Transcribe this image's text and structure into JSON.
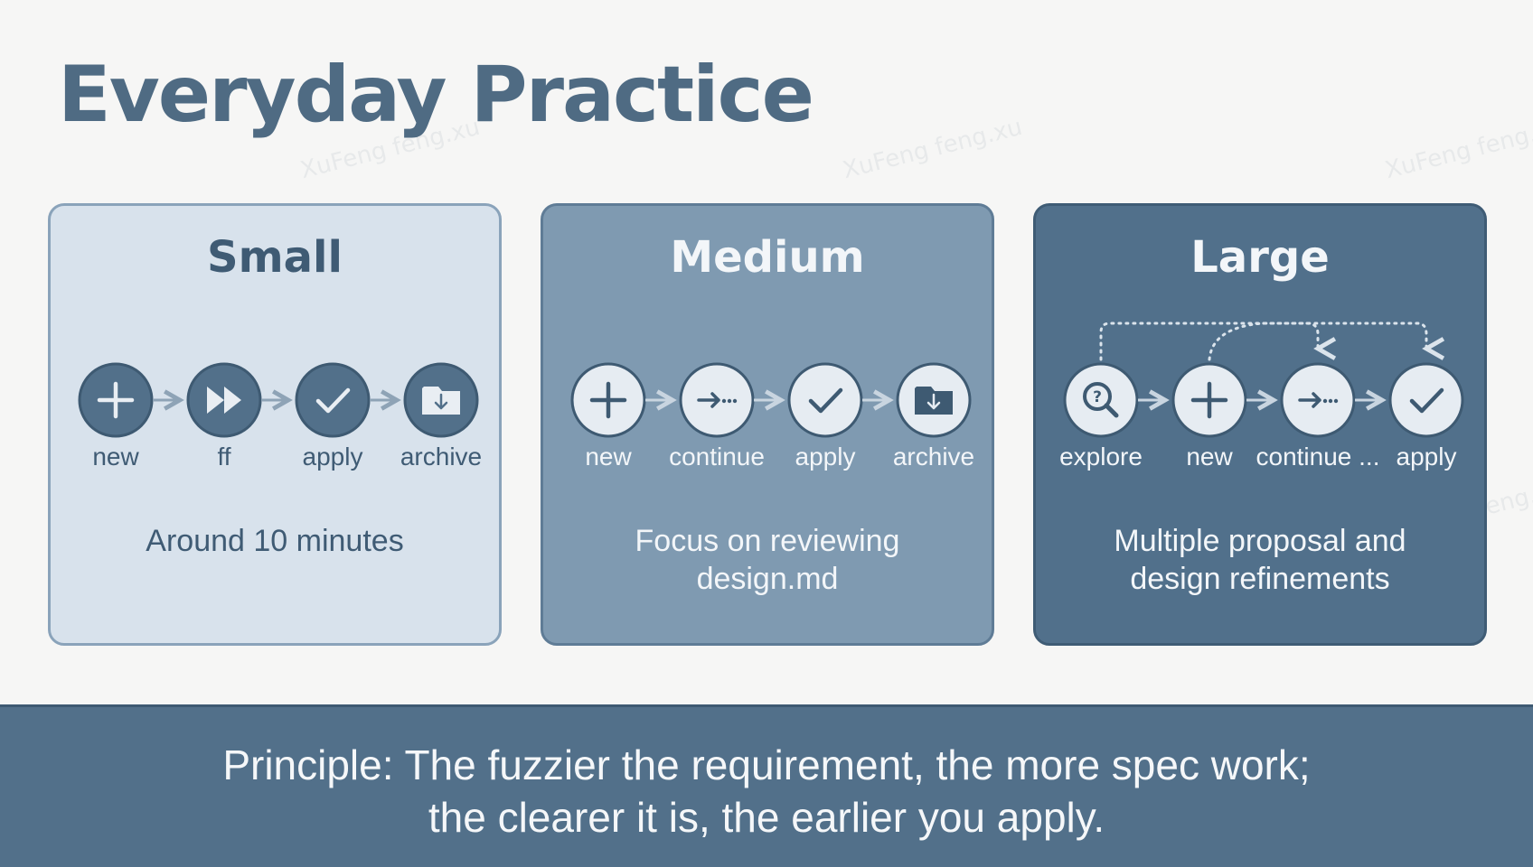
{
  "title": "Everyday Practice",
  "watermark_text": "XuFeng feng.xu",
  "colors": {
    "title": "#4f6b83",
    "small_card": "#d8e2ec",
    "medium_card": "#7f9ab1",
    "large_card": "#51708b",
    "banner": "#52708a"
  },
  "cards": [
    {
      "title": "Small",
      "steps": [
        {
          "label": "new",
          "icon": "plus-icon"
        },
        {
          "label": "ff",
          "icon": "fast-forward-icon"
        },
        {
          "label": "apply",
          "icon": "check-icon"
        },
        {
          "label": "archive",
          "icon": "archive-folder-icon"
        }
      ],
      "description": "Around 10 minutes"
    },
    {
      "title": "Medium",
      "steps": [
        {
          "label": "new",
          "icon": "plus-icon"
        },
        {
          "label": "continue",
          "icon": "arrow-continue-icon"
        },
        {
          "label": "apply",
          "icon": "check-icon"
        },
        {
          "label": "archive",
          "icon": "archive-folder-icon"
        }
      ],
      "description_lines": [
        "Focus on reviewing",
        "design.md"
      ]
    },
    {
      "title": "Large",
      "steps": [
        {
          "label": "explore",
          "icon": "explore-search-icon"
        },
        {
          "label": "new",
          "icon": "plus-icon"
        },
        {
          "label": "continue ...",
          "icon": "arrow-continue-icon"
        },
        {
          "label": "apply",
          "icon": "check-icon"
        }
      ],
      "loop_back_arrows": "dotted",
      "description_lines": [
        "Multiple proposal and",
        "design refinements"
      ]
    }
  ],
  "principle_lines": [
    "Principle: The fuzzier the requirement, the more spec work;",
    "the clearer it is, the earlier you apply."
  ]
}
